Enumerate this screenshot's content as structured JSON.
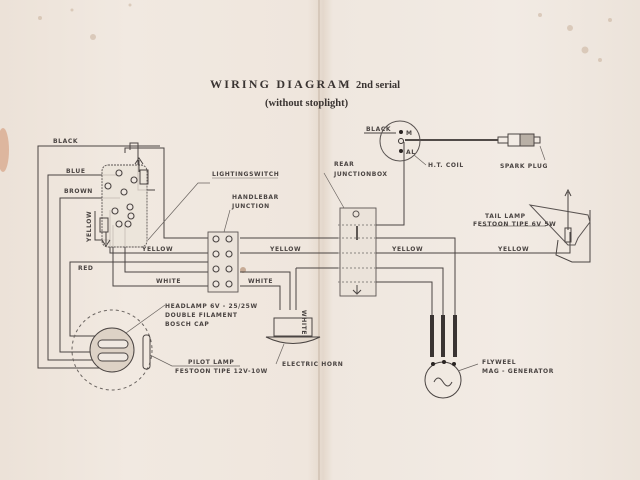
{
  "title": "WIRING DIAGRAM",
  "title_suffix": "2nd serial",
  "subtitle": "(without stoplight)",
  "components": {
    "lighting_switch": "LIGHTINGSWITCH",
    "handlebar_junction_1": "HANDLEBAR",
    "handlebar_junction_2": "JUNCTION",
    "rear_junction_1": "REAR",
    "rear_junction_2": "JUNCTIONBOX",
    "ht_coil": "H.T. COIL",
    "coil_m": "M",
    "coil_al": "AL",
    "spark_plug": "SPARK PLUG",
    "tail_lamp_1": "TAIL LAMP",
    "tail_lamp_2": "FESTOON TIPE 6V 5W",
    "headlamp_1": "HEADLAMP 6V - 25/25W",
    "headlamp_2": "DOUBLE FILAMENT",
    "headlamp_3": "BOSCH CAP",
    "pilot_lamp_1": "PILOT LAMP",
    "pilot_lamp_2": "FESTOON TIPE 12V-10W",
    "electric_horn": "ELECTRIC HORN",
    "flywheel_1": "FLYWEEL",
    "flywheel_2": "MAG - GENERATOR"
  },
  "wire_labels": {
    "black": "BLACK",
    "blue": "BLUE",
    "brown": "BROWN",
    "yellow_vertical": "YELLOW",
    "red": "RED",
    "yellow_1": "YELLOW",
    "yellow_2": "YELLOW",
    "yellow_3": "YELLOW",
    "yellow_4": "YELLOW",
    "white_1": "WHITE",
    "white_2": "WHITE",
    "white_horn": "WHITE",
    "coil_black": "BLACK"
  }
}
